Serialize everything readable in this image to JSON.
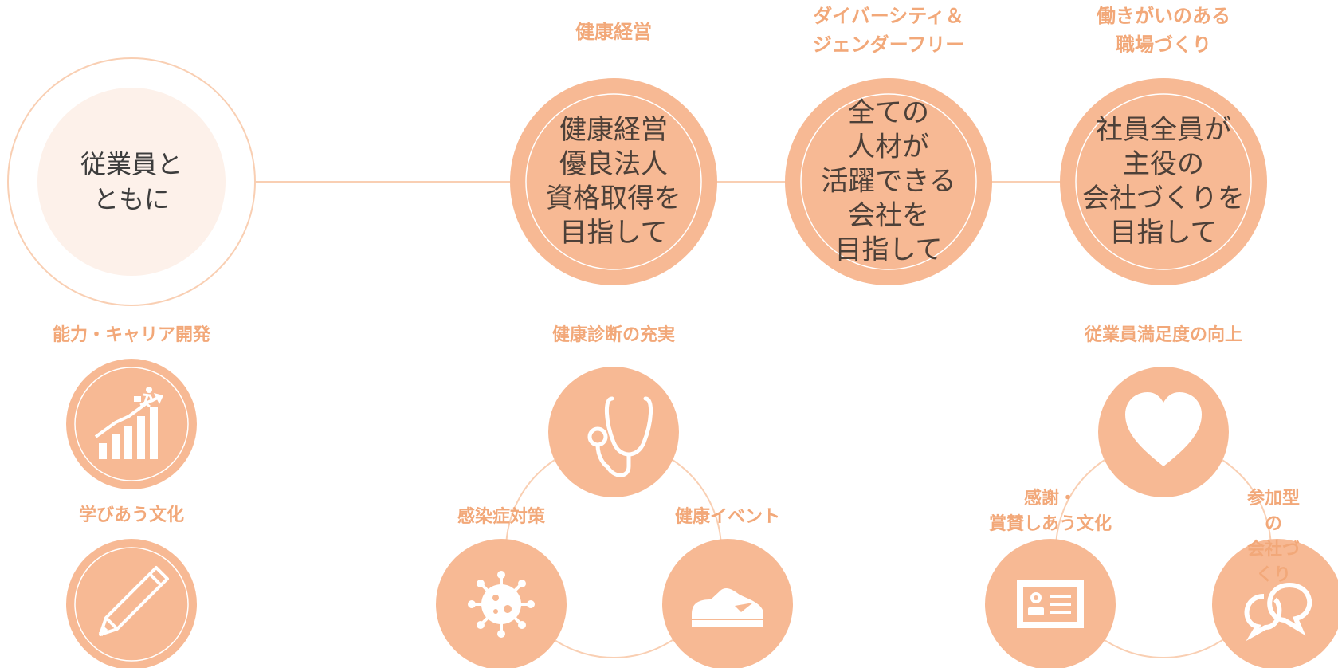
{
  "colors": {
    "accent": "#f7b994",
    "accent_text": "#f2a879",
    "line": "#f9cfb3",
    "pale": "#fdf1ea",
    "icon": "#ffffff"
  },
  "main": {
    "text": "従業員と\nともに"
  },
  "pillars": [
    {
      "header": "健康経営",
      "text": "健康経営\n優良法人\n資格取得を\n目指して"
    },
    {
      "header": "ダイバーシティ＆\nジェンダーフリー",
      "text": "全ての\n人材が\n活躍できる\n会社を\n目指して"
    },
    {
      "header": "働きがいのある\n職場づくり",
      "text": "社員全員が\n主役の\n会社づくりを\n目指して"
    }
  ],
  "groups": {
    "career": {
      "title": "能力・キャリア開発",
      "sub_title": "学びあう文化",
      "icons": [
        "growth-chart-icon",
        "pencil-icon"
      ]
    },
    "health": {
      "title": "健康診断の充実",
      "left_label": "感染症対策",
      "right_label": "健康イベント",
      "icons": [
        "stethoscope-icon",
        "virus-icon",
        "sneaker-icon"
      ]
    },
    "satisfaction": {
      "title": "従業員満足度の向上",
      "left_label": "感謝・\n賞賛しあう文化",
      "right_label": "参加型の\n会社づくり",
      "icons": [
        "heart-icon",
        "certificate-icon",
        "chat-bubbles-icon"
      ]
    }
  }
}
